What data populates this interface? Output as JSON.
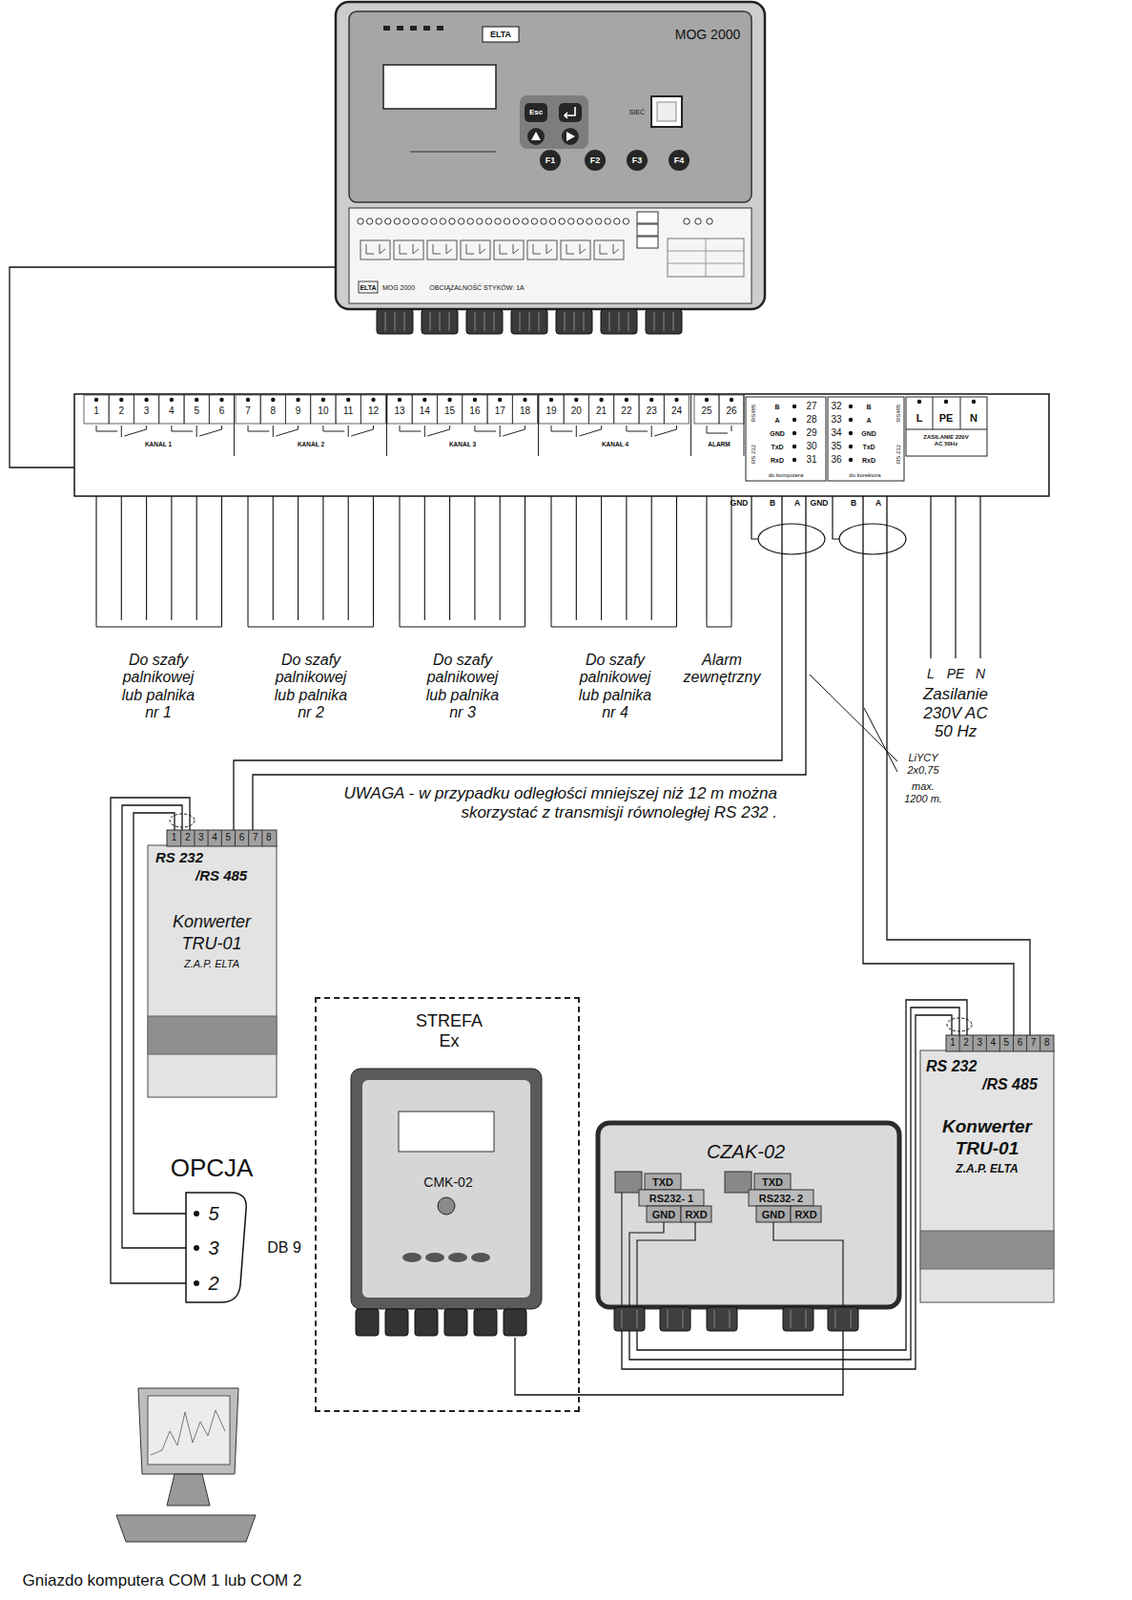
{
  "diagram": {
    "nodes": [
      {
        "text": [
          "ELTA",
          "MOG 2000",
          "Esc",
          "F1",
          "F2",
          "F3",
          "F4",
          "SIEĆ",
          "ELTA",
          "MOG 2000",
          "OBCIĄŻALNOŚĆ STYKÓW: 1A"
        ]
      },
      {
        "text": [
          "1",
          "2",
          "3",
          "4",
          "5",
          "6",
          "7",
          "8",
          "9",
          "10",
          "11",
          "12",
          "13",
          "14",
          "15",
          "16",
          "17",
          "18",
          "19",
          "20",
          "21",
          "22",
          "23",
          "24",
          "25",
          "26",
          "KANAŁ 1",
          "KANAŁ 2",
          "KANAŁ 3",
          "KANAŁ 4",
          "ALARM",
          "RS485",
          "B",
          "27",
          "A",
          "28",
          "GND",
          "29",
          "TxD",
          "30",
          "RxD",
          "31",
          "RS 232",
          "do komputera",
          "32",
          "B",
          "33",
          "A",
          "34",
          "GND",
          "35",
          "TxD",
          "36",
          "RxD",
          "RS485",
          "RS 232",
          "do korektora",
          "L",
          "PE",
          "N",
          "ZASILANIE 220V AC 50Hz"
        ]
      },
      {
        "text": [
          "1",
          "2",
          "3",
          "4",
          "5",
          "6",
          "7",
          "8",
          "RS 232",
          "/RS 485",
          "Konwerter",
          "TRU-01",
          "Z.A.P. ELTA"
        ]
      },
      {
        "text": [
          "STREFA Ex"
        ]
      },
      {
        "text": [
          "CMK-02"
        ],
        "in": 3
      },
      {
        "text": [
          "CZAK-02",
          "TXD",
          "RS232- 1",
          "GND",
          "RXD",
          "TXD",
          "RS232- 2",
          "GND",
          "RXD"
        ]
      },
      {
        "text": [
          "1",
          "2",
          "3",
          "4",
          "5",
          "6",
          "7",
          "8",
          "RS 232",
          "/RS 485",
          "Konwerter",
          "TRU-01",
          "Z.A.P. ELTA"
        ]
      },
      {
        "text": [
          "5",
          "3",
          "2",
          "DB 9"
        ]
      }
    ],
    "edges": [
      {
        "from": 0,
        "to": 1,
        "arrow": "none"
      },
      {
        "from": 1,
        "to": 2,
        "arrow": "none"
      },
      {
        "from": 1,
        "to": 2,
        "arrow": "none"
      },
      {
        "from": 1,
        "to": 6,
        "arrow": "none"
      },
      {
        "from": 1,
        "to": 6,
        "arrow": "none"
      },
      {
        "from": 2,
        "to": 7,
        "arrow": "none"
      },
      {
        "from": 2,
        "to": 7,
        "arrow": "none"
      },
      {
        "from": 2,
        "to": 7,
        "arrow": "none"
      },
      {
        "from": 6,
        "to": 5,
        "arrow": "none"
      },
      {
        "from": 6,
        "to": 5,
        "arrow": "none"
      },
      {
        "from": 6,
        "to": 5,
        "arrow": "none"
      },
      {
        "from": 4,
        "to": 5,
        "arrow": "none"
      }
    ],
    "labels": [
      "GND",
      "B",
      "A",
      "GND",
      "B",
      "A",
      "Do szafy palnikowej lub palnika nr 1",
      "Do szafy palnikowej lub palnika nr 2",
      "Do szafy palnikowej lub palnika nr 3",
      "Do szafy palnikowej lub palnika nr 4",
      "Alarm zewnętrzny",
      "L",
      "PE",
      "N",
      "Zasilanie 230V AC 50 Hz",
      "LiYCY 2x0,75",
      "max. 1200 m.",
      "UWAGA - w przypadku odległości mniejszej niż 12 m można skorzystać z transmisji równoległej RS 232 .",
      "OPCJA",
      "Gniazdo komputera COM 1 lub COM 2"
    ]
  }
}
